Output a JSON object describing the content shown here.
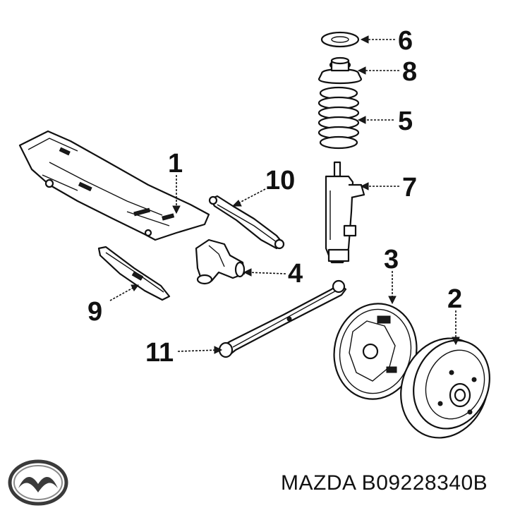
{
  "diagram": {
    "callouts": [
      {
        "id": "1",
        "label": "1"
      },
      {
        "id": "2",
        "label": "2"
      },
      {
        "id": "3",
        "label": "3"
      },
      {
        "id": "4",
        "label": "4"
      },
      {
        "id": "5",
        "label": "5"
      },
      {
        "id": "6",
        "label": "6"
      },
      {
        "id": "7",
        "label": "7"
      },
      {
        "id": "8",
        "label": "8"
      },
      {
        "id": "9",
        "label": "9"
      },
      {
        "id": "10",
        "label": "10"
      },
      {
        "id": "11",
        "label": "11"
      }
    ]
  },
  "footer": {
    "brand": "MAZDA",
    "part_number": "B09228340B",
    "caption": "MAZDA B09228340B",
    "logo_icon": "mazda-logo-icon"
  },
  "colors": {
    "ink": "#111111",
    "background": "#ffffff"
  }
}
